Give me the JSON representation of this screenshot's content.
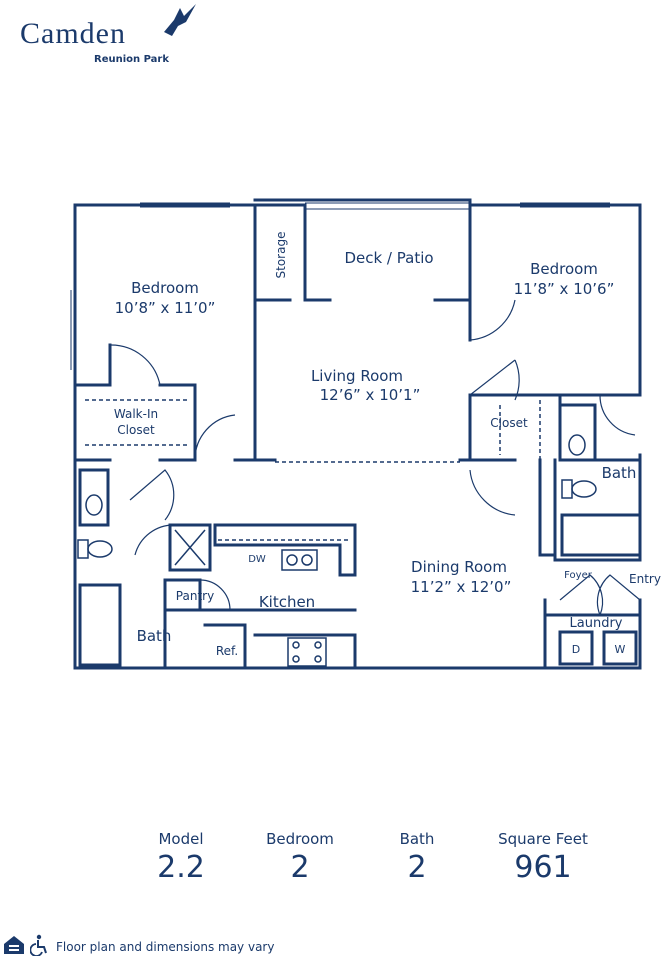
{
  "brand": {
    "name": "Camden",
    "community": "Reunion Park"
  },
  "rooms": {
    "bedroom_left": {
      "name": "Bedroom",
      "dims": "10’8” x 11’0”"
    },
    "bedroom_right": {
      "name": "Bedroom",
      "dims": "11’8” x 10’6”"
    },
    "deck": {
      "name": "Deck / Patio"
    },
    "storage": {
      "name": "Storage"
    },
    "living": {
      "name": "Living Room",
      "dims": "12’6” x 10’1”"
    },
    "walk_in_1": "Walk-In",
    "walk_in_2": "Closet",
    "closet": "Closet",
    "bath_right": "Bath",
    "bath_left": "Bath",
    "dining": {
      "name": "Dining Room",
      "dims": "11’2” x 12’0”"
    },
    "kitchen": "Kitchen",
    "pantry": "Pantry",
    "ref": "Ref.",
    "dw": "DW",
    "foyer": "Foyer",
    "entry": "Entry",
    "laundry": "Laundry",
    "dryer": "D",
    "washer": "W"
  },
  "stats": [
    {
      "label": "Model",
      "value": "2.2"
    },
    {
      "label": "Bedroom",
      "value": "2"
    },
    {
      "label": "Bath",
      "value": "2"
    },
    {
      "label": "Square Feet",
      "value": "961"
    }
  ],
  "footer": {
    "disclaimer": "Floor plan and dimensions may vary"
  },
  "colors": {
    "ink": "#1b3a6b"
  }
}
